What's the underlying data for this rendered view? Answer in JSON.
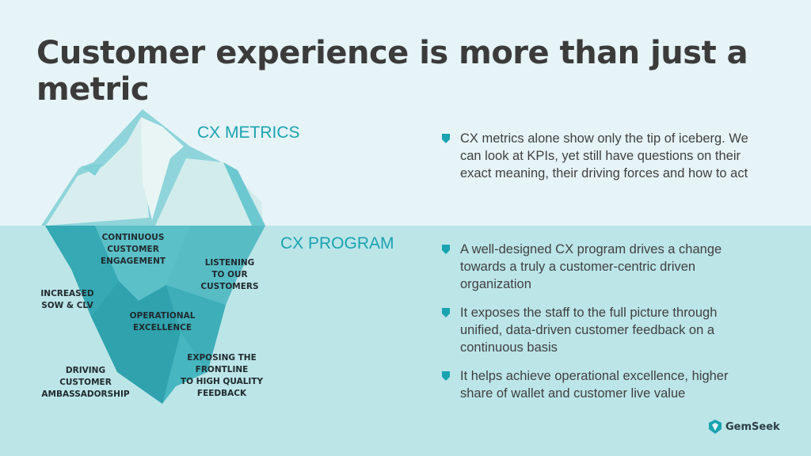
{
  "title": "Customer experience is more than just a metric",
  "colors": {
    "accent": "#1aa3b0",
    "bg_top": "#e6f4f7",
    "bg_bottom": "#bce5e8",
    "title_text": "#3b3b3b",
    "body_text": "#404040"
  },
  "labels": {
    "metrics": "CX METRICS",
    "program": "CX PROGRAM"
  },
  "iceberg_labels": [
    "CONTINUOUS\nCUSTOMER\nENGAGEMENT",
    "LISTENING\nTO OUR\nCUSTOMERS",
    "INCREASED\nSOW & CLV",
    "OPERATIONAL\nEXCELLENCE",
    "EXPOSING THE\nFRONTLINE\nTO HIGH QUALITY\nFEEDBACK",
    "DRIVING\nCUSTOMER\nAMBASSADORSHIP"
  ],
  "bullets": [
    "CX metrics alone show only the tip of iceberg. We can look at KPIs, yet still have questions on their exact meaning, their driving forces and how to act",
    "A well-designed CX program drives a change towards a truly a customer-centric driven organization",
    "It exposes the staff to the full picture through unified, data-driven customer feedback on a continuous basis",
    "It helps achieve operational excellence, higher share of wallet and customer live value"
  ],
  "logo": {
    "icon": "gem-icon",
    "text": "GemSeek"
  }
}
